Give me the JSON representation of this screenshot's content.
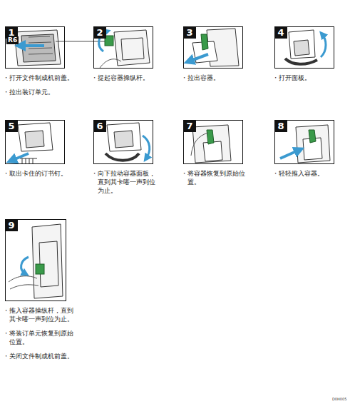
{
  "diagram": {
    "nodes": [
      {
        "text": [
          "1",
          "・打开文件制成机前盖。",
          "・拉出装订单元。"
        ]
      },
      {
        "text": [
          "2",
          "・提起容器操纵杆。"
        ]
      },
      {
        "text": [
          "3",
          "・拉出容器。"
        ]
      },
      {
        "text": [
          "4",
          "・打开面板。"
        ]
      },
      {
        "text": [
          "5",
          "・取出卡住的订书钉。"
        ]
      },
      {
        "text": [
          "6",
          "・向下拉动容器面板，直到其卡嗒一声到位为止。"
        ]
      },
      {
        "text": [
          "7",
          "・将容器恢复到原始位置。"
        ]
      },
      {
        "text": [
          "8",
          "・轻轻推入容器。"
        ]
      },
      {
        "text": [
          "9",
          "・推入容器操纵杆，直到其卡嗒一声到位为止。",
          "・将装订单元恢复到原始位置。",
          "・关闭文件制成机前盖。"
        ]
      }
    ],
    "labels": [
      "R6",
      "D0H005"
    ]
  }
}
